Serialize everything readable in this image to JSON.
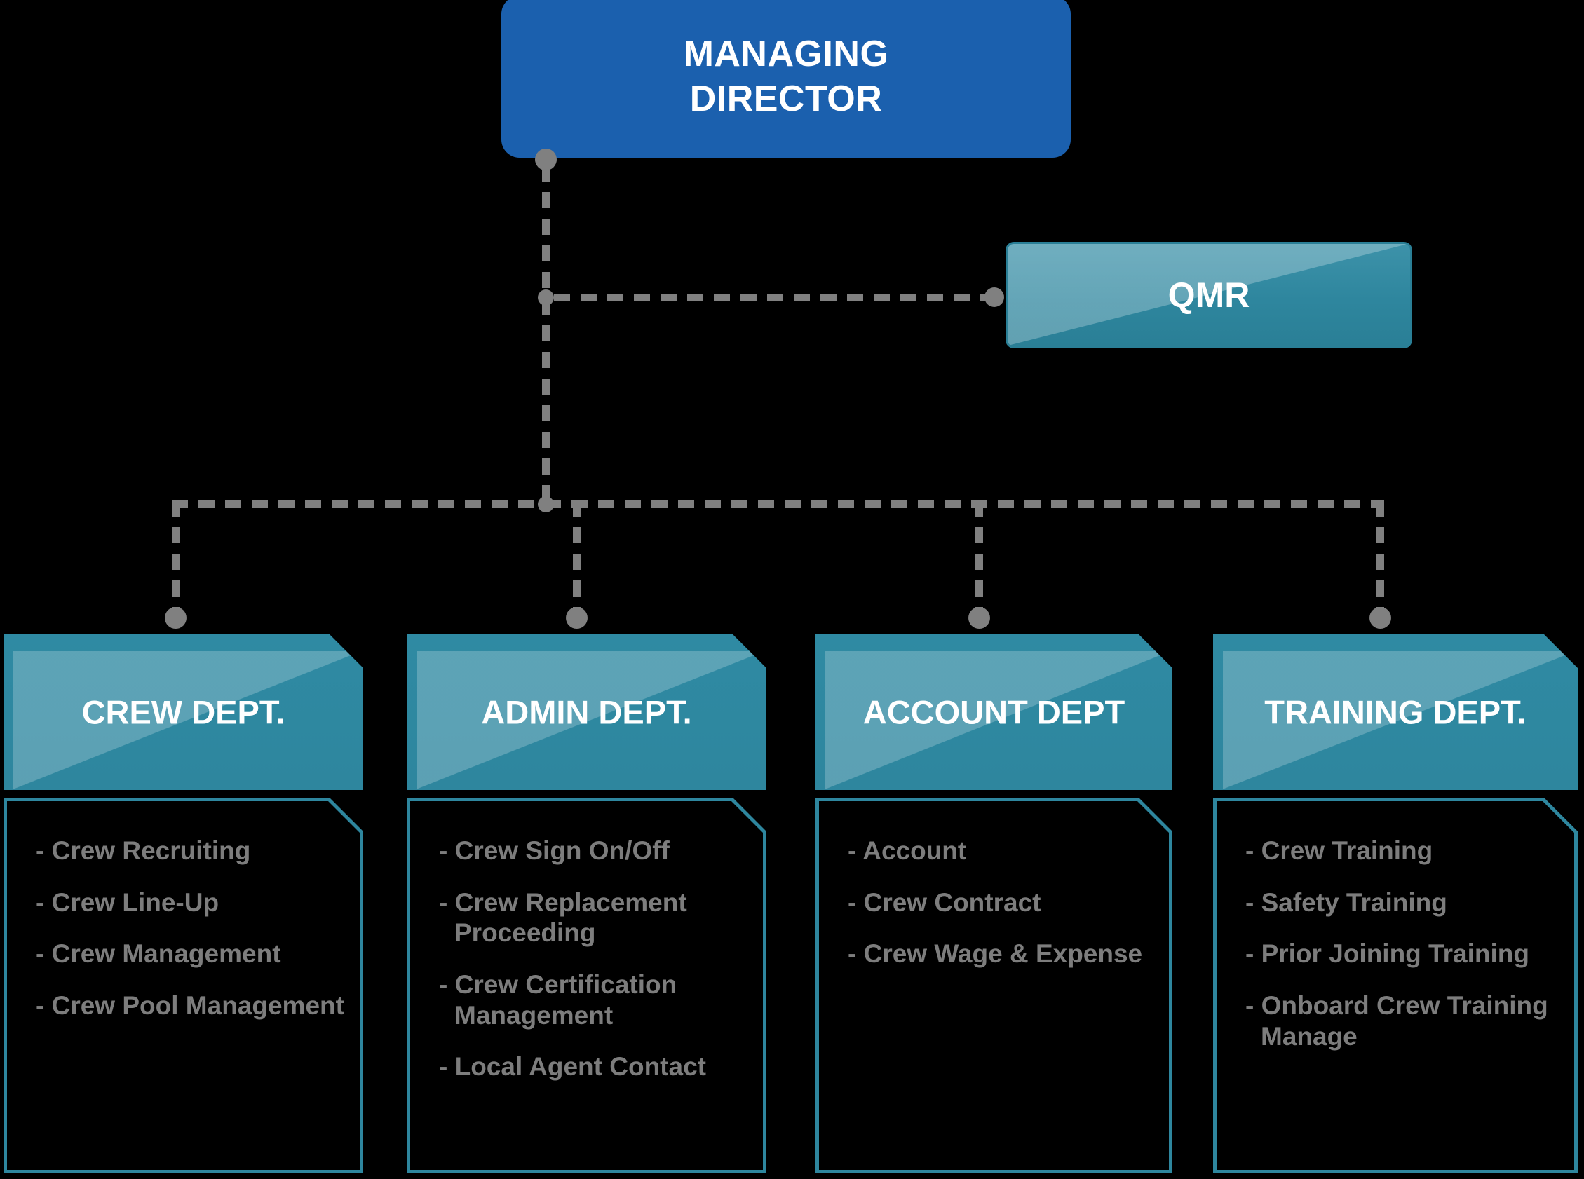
{
  "chart_data": {
    "type": "diagram",
    "title": "Organizational Chart",
    "nodes": [
      {
        "id": "managing-director",
        "label": "MANAGING DIRECTOR",
        "level": 0
      },
      {
        "id": "qmr",
        "label": "QMR",
        "level": 1
      },
      {
        "id": "crew-dept",
        "label": "CREW DEPT.",
        "level": 2
      },
      {
        "id": "admin-dept",
        "label": "ADMIN DEPT.",
        "level": 2
      },
      {
        "id": "account-dept",
        "label": "ACCOUNT DEPT",
        "level": 2
      },
      {
        "id": "training-dept",
        "label": "TRAINING DEPT.",
        "level": 2
      }
    ],
    "edges": [
      {
        "from": "managing-director",
        "to": "qmr",
        "style": "dashed"
      },
      {
        "from": "managing-director",
        "to": "crew-dept",
        "style": "dashed"
      },
      {
        "from": "managing-director",
        "to": "admin-dept",
        "style": "dashed"
      },
      {
        "from": "managing-director",
        "to": "account-dept",
        "style": "dashed"
      },
      {
        "from": "managing-director",
        "to": "training-dept",
        "style": "dashed"
      }
    ]
  },
  "colors": {
    "background": "#000000",
    "director_blue": "#1B60AE",
    "teal": "#2E869E",
    "teal_light": "#4F9AB0",
    "connector_gray": "#808080",
    "list_text_gray": "#7D7D7D",
    "white": "#FFFFFF"
  },
  "root": {
    "label_line1": "MANAGING",
    "label_line2": "DIRECTOR"
  },
  "qmr": {
    "label": "QMR"
  },
  "departments": [
    {
      "title": "CREW DEPT.",
      "items": [
        "- Crew Recruiting",
        "- Crew Line-Up",
        "- Crew Management",
        "- Crew Pool Management"
      ]
    },
    {
      "title": "ADMIN DEPT.",
      "items": [
        "- Crew Sign On/Off",
        "- Crew Replacement Proceeding",
        "- Crew Certification Management",
        "- Local Agent Contact"
      ]
    },
    {
      "title": "ACCOUNT DEPT",
      "items": [
        "- Account",
        "- Crew Contract",
        "- Crew Wage & Expense"
      ]
    },
    {
      "title": "TRAINING DEPT.",
      "items": [
        "- Crew Training",
        "- Safety Training",
        "- Prior Joining Training",
        "- Onboard Crew Training Manage"
      ]
    }
  ]
}
